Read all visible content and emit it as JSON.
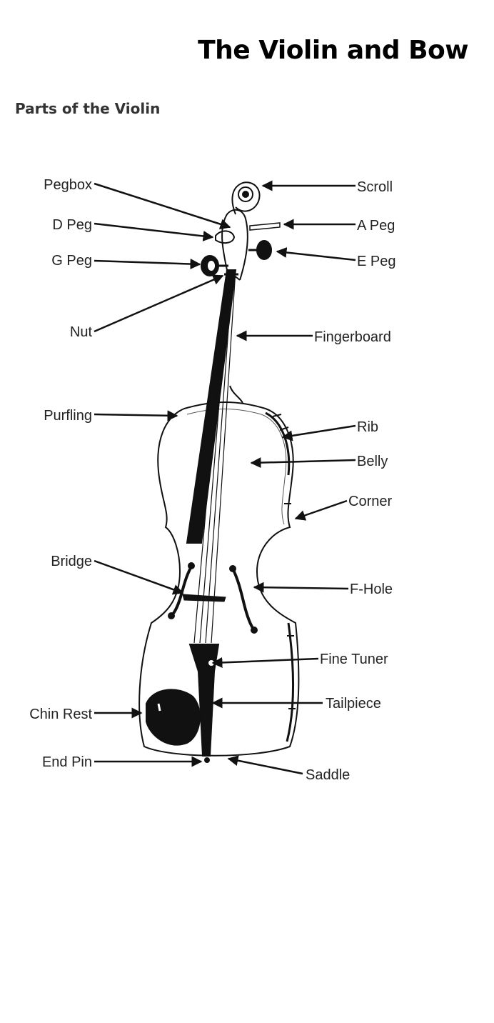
{
  "page": {
    "title": "The Violin and Bow",
    "section_title": "Parts of the Violin"
  },
  "diagram": {
    "labels": {
      "pegbox": "Pegbox",
      "d_peg": "D Peg",
      "g_peg": "G Peg",
      "nut": "Nut",
      "purfling": "Purfling",
      "bridge": "Bridge",
      "chin_rest": "Chin Rest",
      "end_pin": "End Pin",
      "scroll": "Scroll",
      "a_peg": "A Peg",
      "e_peg": "E Peg",
      "fingerboard": "Fingerboard",
      "rib": "Rib",
      "belly": "Belly",
      "corner": "Corner",
      "f_hole": "F-Hole",
      "fine_tuner": "Fine Tuner",
      "tailpiece": "Tailpiece",
      "saddle": "Saddle"
    }
  },
  "colors": {
    "ink": "#222222",
    "title": "#000000",
    "section": "#333333"
  }
}
